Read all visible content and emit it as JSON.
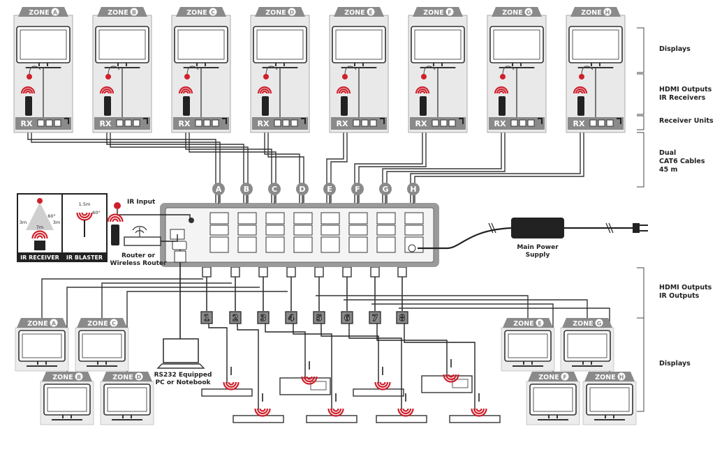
{
  "top_zones": [
    "ZONE A",
    "ZONE B",
    "ZONE C",
    "ZONE D",
    "ZONE E",
    "ZONE F",
    "ZONE G",
    "ZONE H"
  ],
  "bottom_zones_row1": [
    "ZONE A",
    "ZONE C",
    "ZONE E",
    "ZONE G"
  ],
  "bottom_zones_row2": [
    "ZONE B",
    "ZONE D",
    "ZONE F",
    "ZONE H"
  ],
  "rx_label": "RX",
  "port_letters": [
    "A",
    "B",
    "C",
    "D",
    "E",
    "F",
    "G",
    "H"
  ],
  "output_numbers": [
    "1",
    "2",
    "3",
    "4",
    "5",
    "6",
    "7",
    "8"
  ],
  "right_labels": {
    "displays_top": "Displays",
    "hdmi_ir_receivers": "HDMI Outputs\nIR Receivers",
    "receiver_units": "Receiver Units",
    "dual_cat6": "Dual\nCAT6 Cables\n45 m",
    "hdmi_ir_outputs": "HDMI Outputs\nIR Outputs",
    "displays_bottom": "Displays"
  },
  "ir_input": "IR Input",
  "router_label": "Router or\nWireless Router",
  "rs232_label": "RS232 Equipped\nPC or Notebook",
  "power_label": "Main Power Supply",
  "ir_receiver_panel": {
    "title": "IR RECEIVER",
    "angle": "60°",
    "d1": "3m",
    "d2": "7m",
    "d3": "3m"
  },
  "ir_blaster_panel": {
    "title": "IR BLASTER",
    "dist": "1.5m",
    "angle": "60°"
  },
  "colors": {
    "line": "#222222",
    "zone_tab": "#8a8a8a",
    "matrix": "#9a9a9a",
    "ir_red": "#d0202c"
  }
}
